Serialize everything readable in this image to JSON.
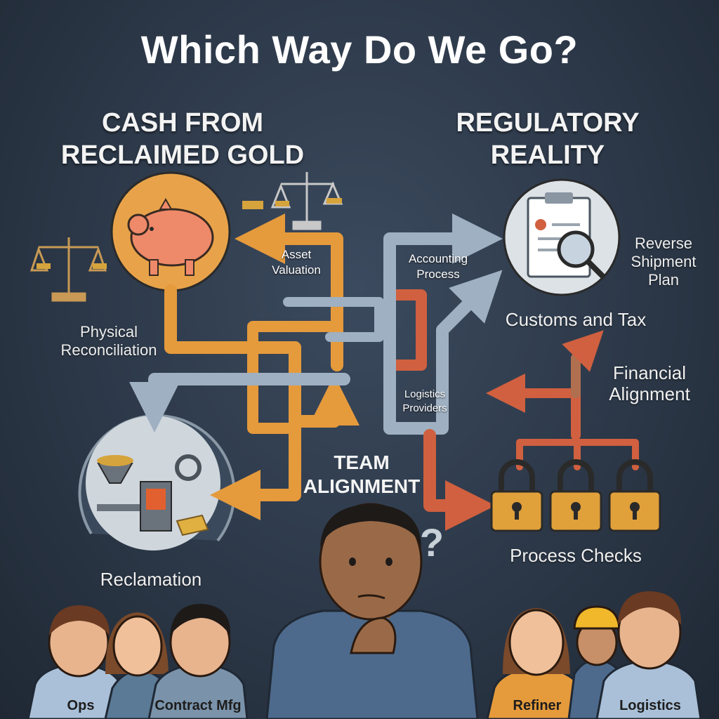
{
  "title": "Which Way Do We Go?",
  "left_heading": [
    "CASH FROM",
    "RECLAIMED GOLD"
  ],
  "right_heading": [
    "REGULATORY",
    "REALITY"
  ],
  "labels": {
    "asset_valuation": [
      "Asset",
      "Valuation"
    ],
    "accounting_process": [
      "Accounting",
      "Process"
    ],
    "physical_reconciliation": [
      "Physical",
      "Reconciliation"
    ],
    "logistics_providers": [
      "Logistics",
      "Providers"
    ],
    "team_alignment": [
      "TEAM",
      "ALIGNMENT"
    ],
    "reclamation": "Reclamation",
    "reverse_shipment_plan": [
      "Reverse",
      "Shipment",
      "Plan"
    ],
    "customs_and_tax": "Customs and Tax",
    "financial_alignment": [
      "Financial",
      "Alignment"
    ],
    "process_checks": "Process Checks",
    "question_mark": "?"
  },
  "people": {
    "ops": "Ops",
    "contract_mfg": "Contract Mfg",
    "refiner": "Refiner",
    "logistics": "Logistics"
  },
  "colors": {
    "orange_path": "#e59a3c",
    "blue_path": "#9fb0c2",
    "red_path": "#d0603f",
    "lock": "#e0a03a"
  }
}
